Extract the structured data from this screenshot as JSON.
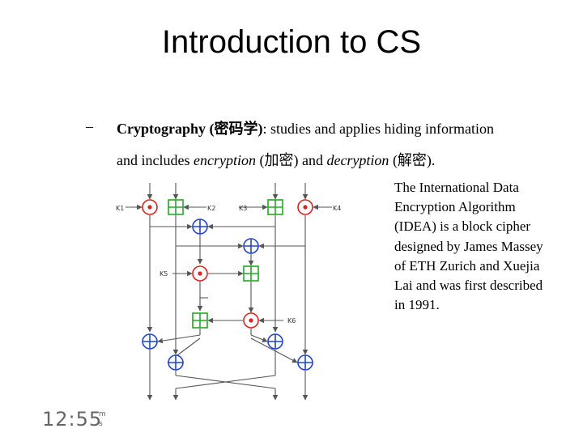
{
  "slide": {
    "title": "Introduction to CS",
    "bullet_marker": "–",
    "line1": {
      "bold_part": "Cryptography (密码学)",
      "rest": ": studies and applies hiding information"
    },
    "line2": {
      "p1": "and includes ",
      "encryption": "encryption",
      "p2": " (加密) and ",
      "decryption": "decryption",
      "p3": " (解密)."
    },
    "description": "The International Data Encryption Algorithm (IDEA) is a block cipher designed by James Massey of ETH Zurich and Xuejia Lai and was first described in 1991."
  },
  "diagram": {
    "key_labels": [
      "K1",
      "K2",
      "K3",
      "K4",
      "K5",
      "K6"
    ],
    "colors": {
      "multiply": "#dd2222",
      "add": "#22aa22",
      "xor": "#2244cc",
      "line": "#555555"
    }
  },
  "clock": {
    "digits": "12:55",
    "m": "m",
    "s": "s"
  }
}
